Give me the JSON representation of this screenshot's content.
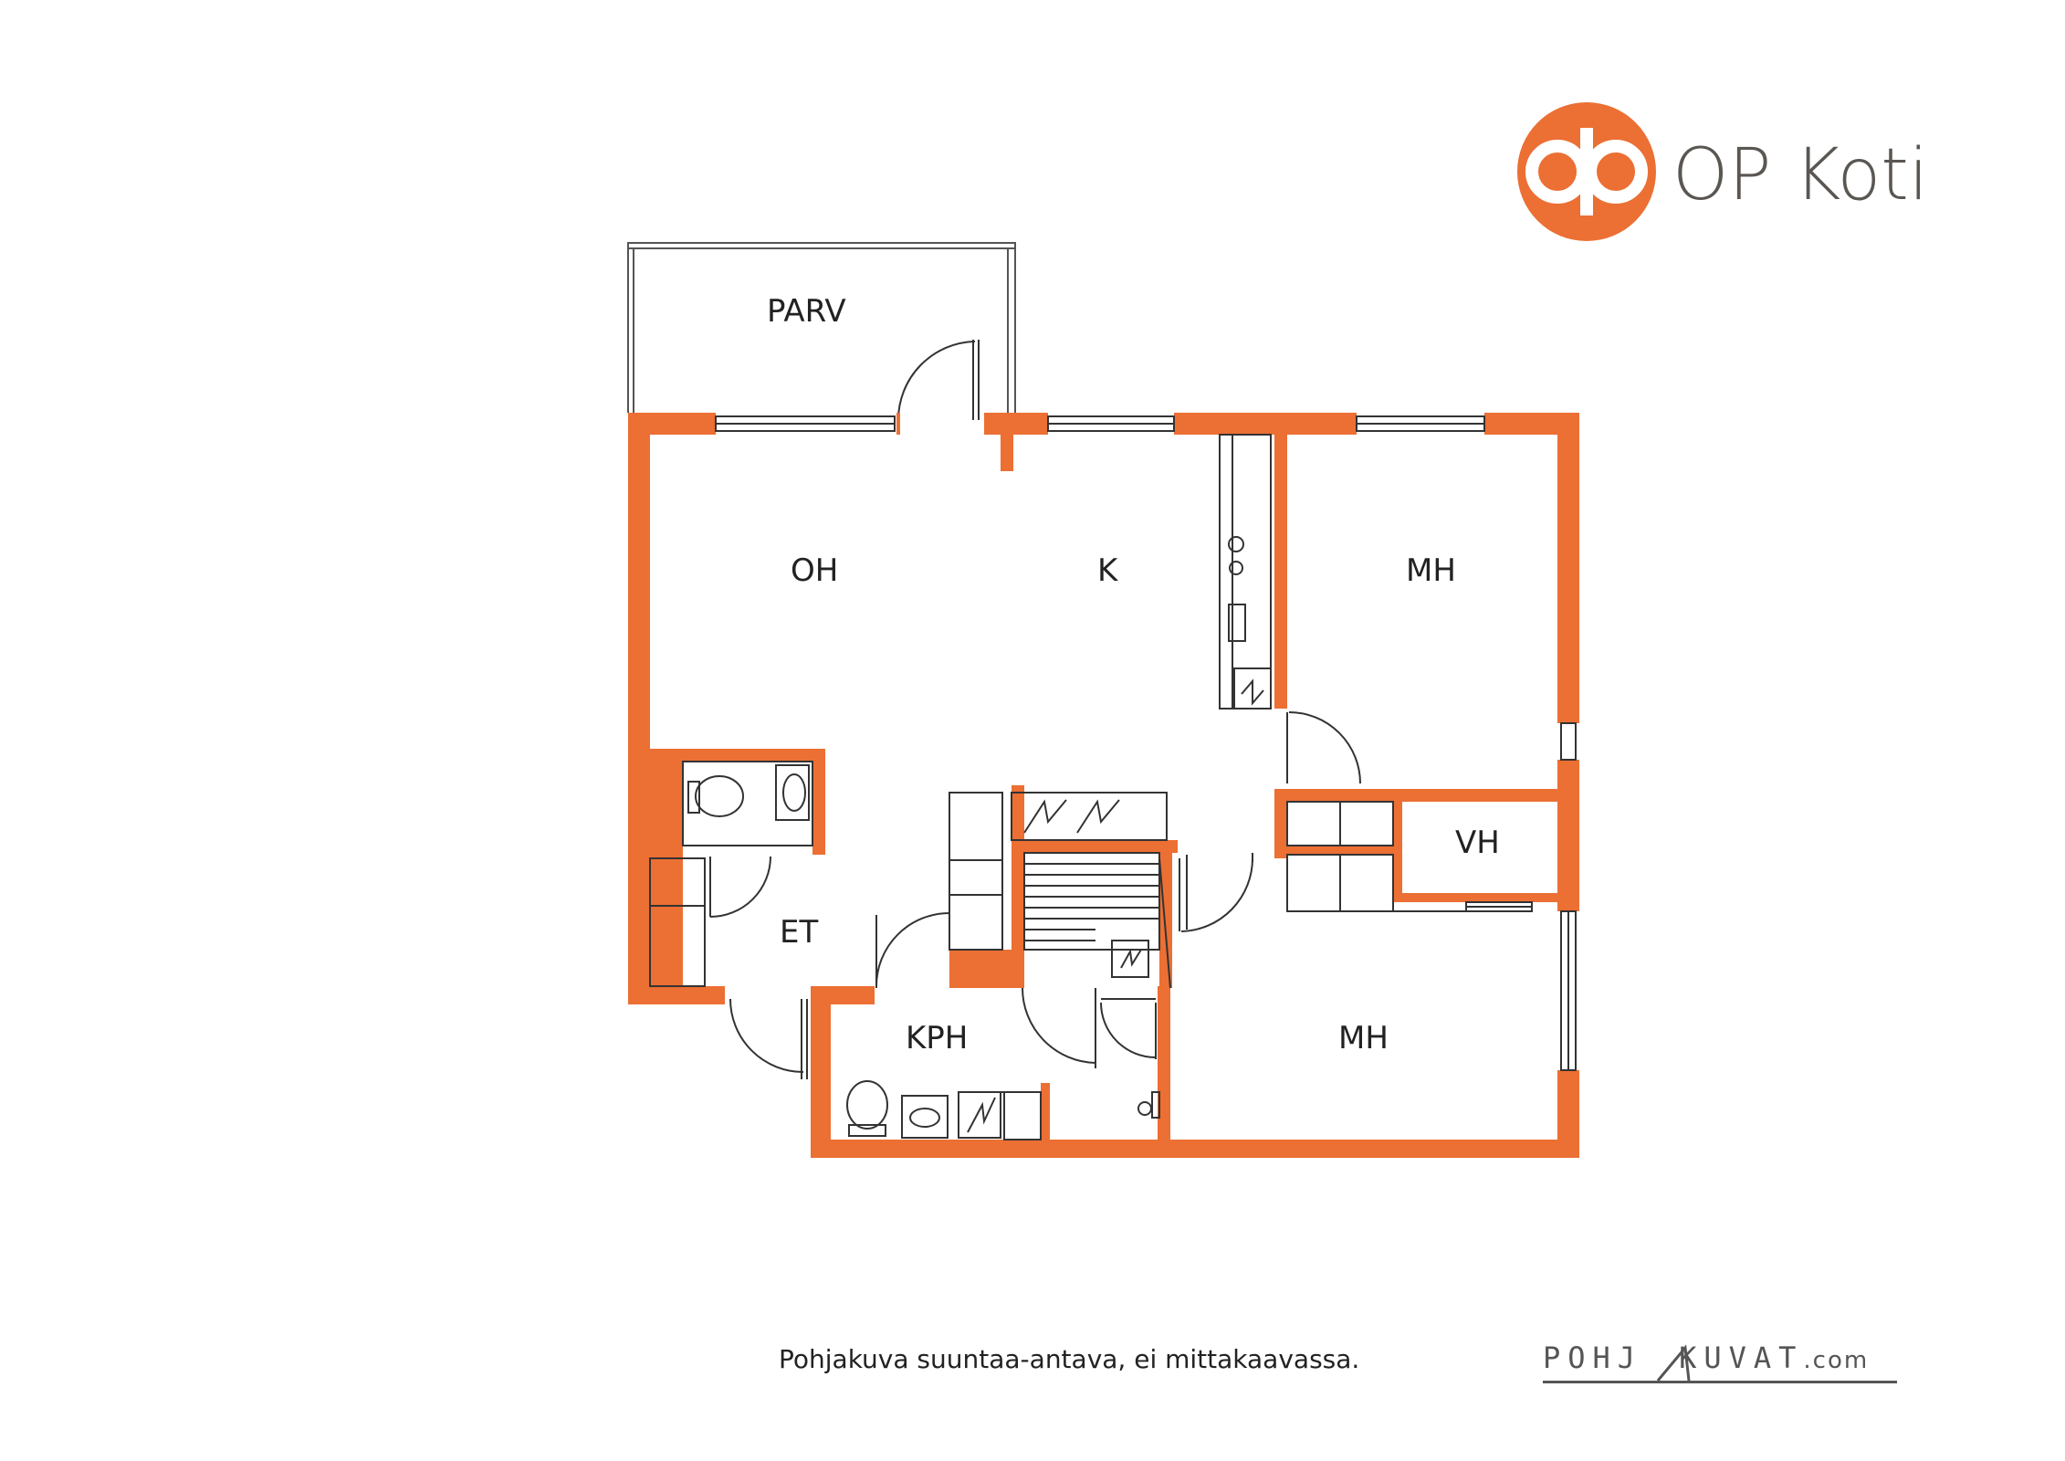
{
  "brand": {
    "name": "OP Koti",
    "logo_icon": "op-logo-icon",
    "accent_color": "#ec6f33",
    "text_color": "#5a5652"
  },
  "plan": {
    "wall_color": "#ec6f33",
    "line_color": "#333333",
    "rooms": {
      "parv": "PARV",
      "oh": "OH",
      "k": "K",
      "mh_top": "MH",
      "mh_bottom": "MH",
      "vh": "VH",
      "et": "ET",
      "kph": "KPH"
    }
  },
  "footer": {
    "disclaimer": "Pohjakuva suuntaa-antava, ei mittakaavassa.",
    "credit_left": "POHJ",
    "credit_right": "KUVAT",
    "credit_suffix": ".com"
  }
}
